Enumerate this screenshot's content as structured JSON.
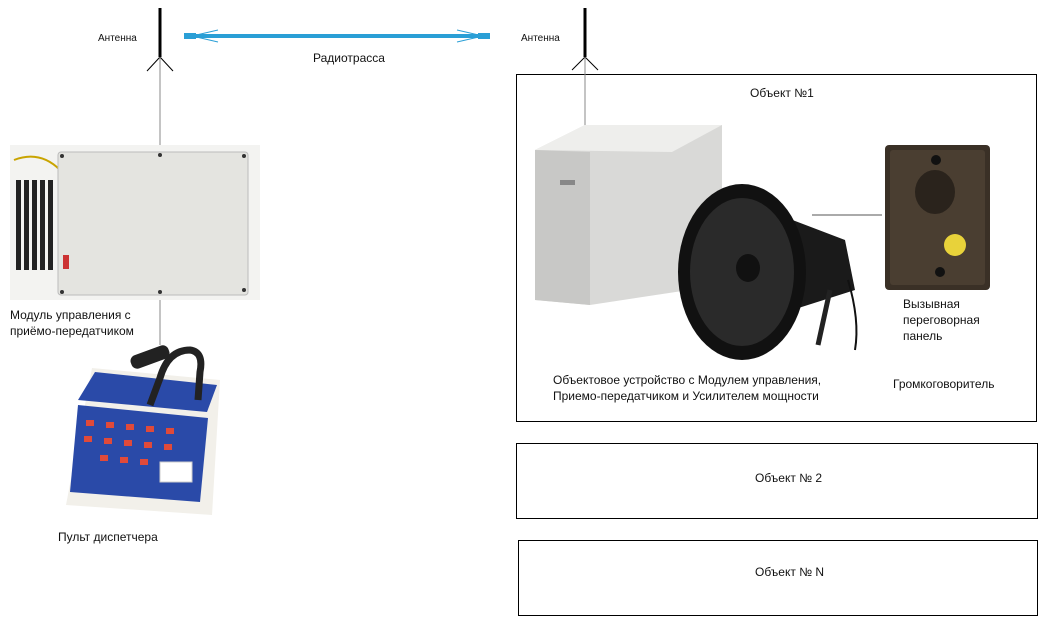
{
  "link": {
    "label": "Радиотрасса",
    "color": "#2a9fd6"
  },
  "antennas": {
    "left_label": "Антенна",
    "right_label": "Антенна"
  },
  "dispatcher": {
    "module_label_line1": "Модуль управления с",
    "module_label_line2": "приёмо-передатчиком",
    "console_label": "Пульт диспетчера"
  },
  "objects": [
    {
      "title": "Объект №1",
      "device_caption_line1": "Объектовое устройство с Модулем управления,",
      "device_caption_line2": "Приемо-передатчиком и Усилителем мощности",
      "panel_label_line1": "Вызывная",
      "panel_label_line2": "переговорная",
      "panel_label_line3": "панель",
      "speaker_label": "Громкоговоритель"
    },
    {
      "title": "Объект № 2"
    },
    {
      "title": "Объект № N"
    }
  ]
}
